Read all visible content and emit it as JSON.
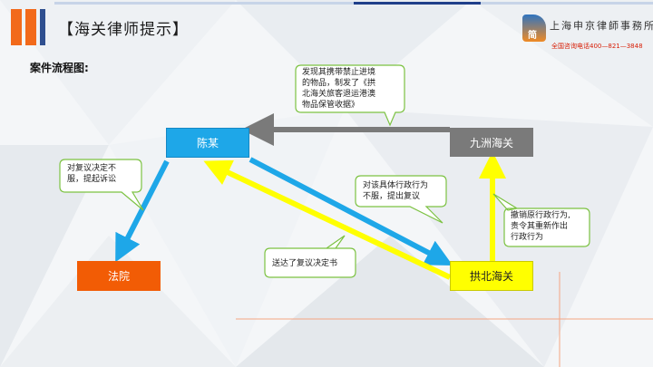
{
  "header": {
    "title": "【海关律师提示】",
    "firm_name": "上海申京律師事務所",
    "logo_letter": "简",
    "phone": "全国咨询电话400—821—3848"
  },
  "section_label": "案件流程图:",
  "nodes": {
    "chen": "陈某",
    "jiuzhou": "九洲海关",
    "court": "法院",
    "gongbei": "拱北海关"
  },
  "callouts": {
    "seizure": "发现其携带禁止进境\n的物品，制发了《拱\n北海关旅客退运港澳\n物品保管收据》",
    "sue": "对复议决定不\n服，提起诉讼",
    "reconsider": "对该具体行政行为\n不服，提出复议",
    "decision": "送达了复议决定书",
    "revoke": "撤销原行政行为,\n责令其重新作出\n行政行为"
  },
  "colors": {
    "accent_orange": "#f26a1b",
    "blue": "#1ea7e8",
    "yellow": "#ffff00",
    "gray": "#7a7a7a",
    "callout_border": "#7cc242",
    "court_fill": "#f25c05"
  }
}
